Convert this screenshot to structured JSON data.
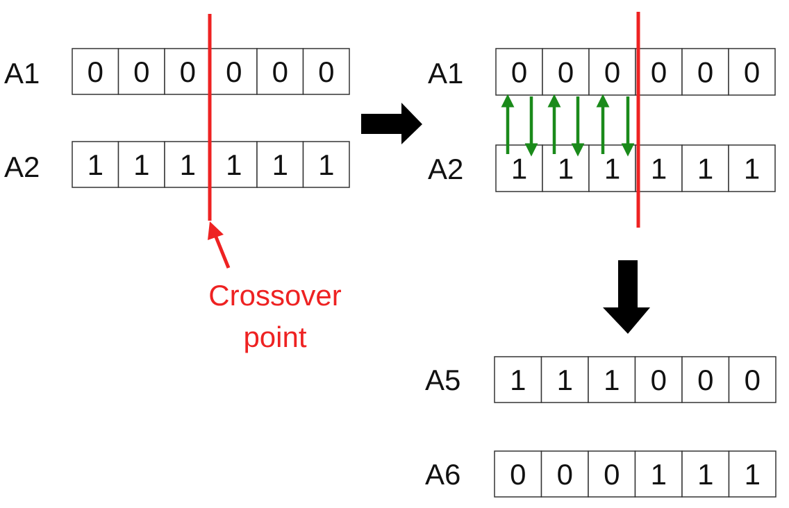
{
  "left": {
    "rows": [
      {
        "label": "A1",
        "bits": [
          "0",
          "0",
          "0",
          "0",
          "0",
          "0"
        ]
      },
      {
        "label": "A2",
        "bits": [
          "1",
          "1",
          "1",
          "1",
          "1",
          "1"
        ]
      }
    ],
    "annotation_line1": "Crossover",
    "annotation_line2": "point"
  },
  "right_top": {
    "rows": [
      {
        "label": "A1",
        "bits": [
          "0",
          "0",
          "0",
          "0",
          "0",
          "0"
        ]
      },
      {
        "label": "A2",
        "bits": [
          "1",
          "1",
          "1",
          "1",
          "1",
          "1"
        ]
      }
    ]
  },
  "result": {
    "rows": [
      {
        "label": "A5",
        "bits": [
          "1",
          "1",
          "1",
          "0",
          "0",
          "0"
        ]
      },
      {
        "label": "A6",
        "bits": [
          "0",
          "0",
          "0",
          "1",
          "1",
          "1"
        ]
      }
    ]
  },
  "colors": {
    "crossover_line": "#ee2222",
    "swap_arrows": "#1a8a1a",
    "flow_arrows": "#000000"
  },
  "icons": {
    "flow_right": "arrow-right-icon",
    "flow_down": "arrow-down-icon",
    "swap_up": "arrow-up-icon",
    "swap_down": "arrow-down-icon"
  }
}
